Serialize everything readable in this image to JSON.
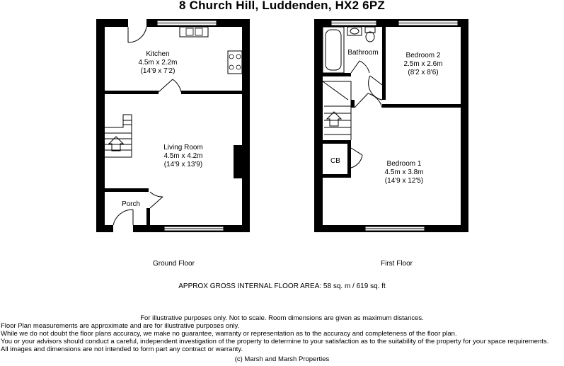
{
  "title": "8 Church Hill, Luddenden, HX2 6PZ",
  "ground_floor": {
    "label": "Ground Floor",
    "rooms": {
      "kitchen": {
        "name": "Kitchen",
        "metric": "4.5m x 2.2m",
        "imperial": "(14'9 x 7'2)"
      },
      "living": {
        "name": "Living Room",
        "metric": "4.5m x 4.2m",
        "imperial": "(14'9 x 13'9)"
      },
      "porch": {
        "name": "Porch"
      }
    }
  },
  "first_floor": {
    "label": "First Floor",
    "rooms": {
      "bathroom": {
        "name": "Bathroom"
      },
      "bedroom2": {
        "name": "Bedroom 2",
        "metric": "2.5m x 2.6m",
        "imperial": "(8'2 x 8'6)"
      },
      "cb": {
        "name": "CB"
      },
      "bedroom1": {
        "name": "Bedroom 1",
        "metric": "4.5m x 3.8m",
        "imperial": "(14'9 x 12'5)"
      }
    }
  },
  "area": "APPROX GROSS INTERNAL FLOOR AREA:  58 sq. m  / 619 sq. ft",
  "disclaimer": {
    "line1": "For illustrative purposes only.  Not to scale.  Room dimensions are given as maximum distances.",
    "line2": "Floor Plan measurements are approximate and are for illustrative purposes only.",
    "line3": "While we do not doubt the floor plans accuracy, we make no guarantee, warranty or representation as to the accuracy and completeness of the floor plan.",
    "line4": "You or your advisors should conduct a careful, independent investigation of the property to determine to your satisfaction as to the suitability of the property for your space requirements.",
    "line5": " All images and dimensions are not intended to form part any contract or warranty.",
    "copyright": "(c) Marsh and Marsh Properties"
  }
}
